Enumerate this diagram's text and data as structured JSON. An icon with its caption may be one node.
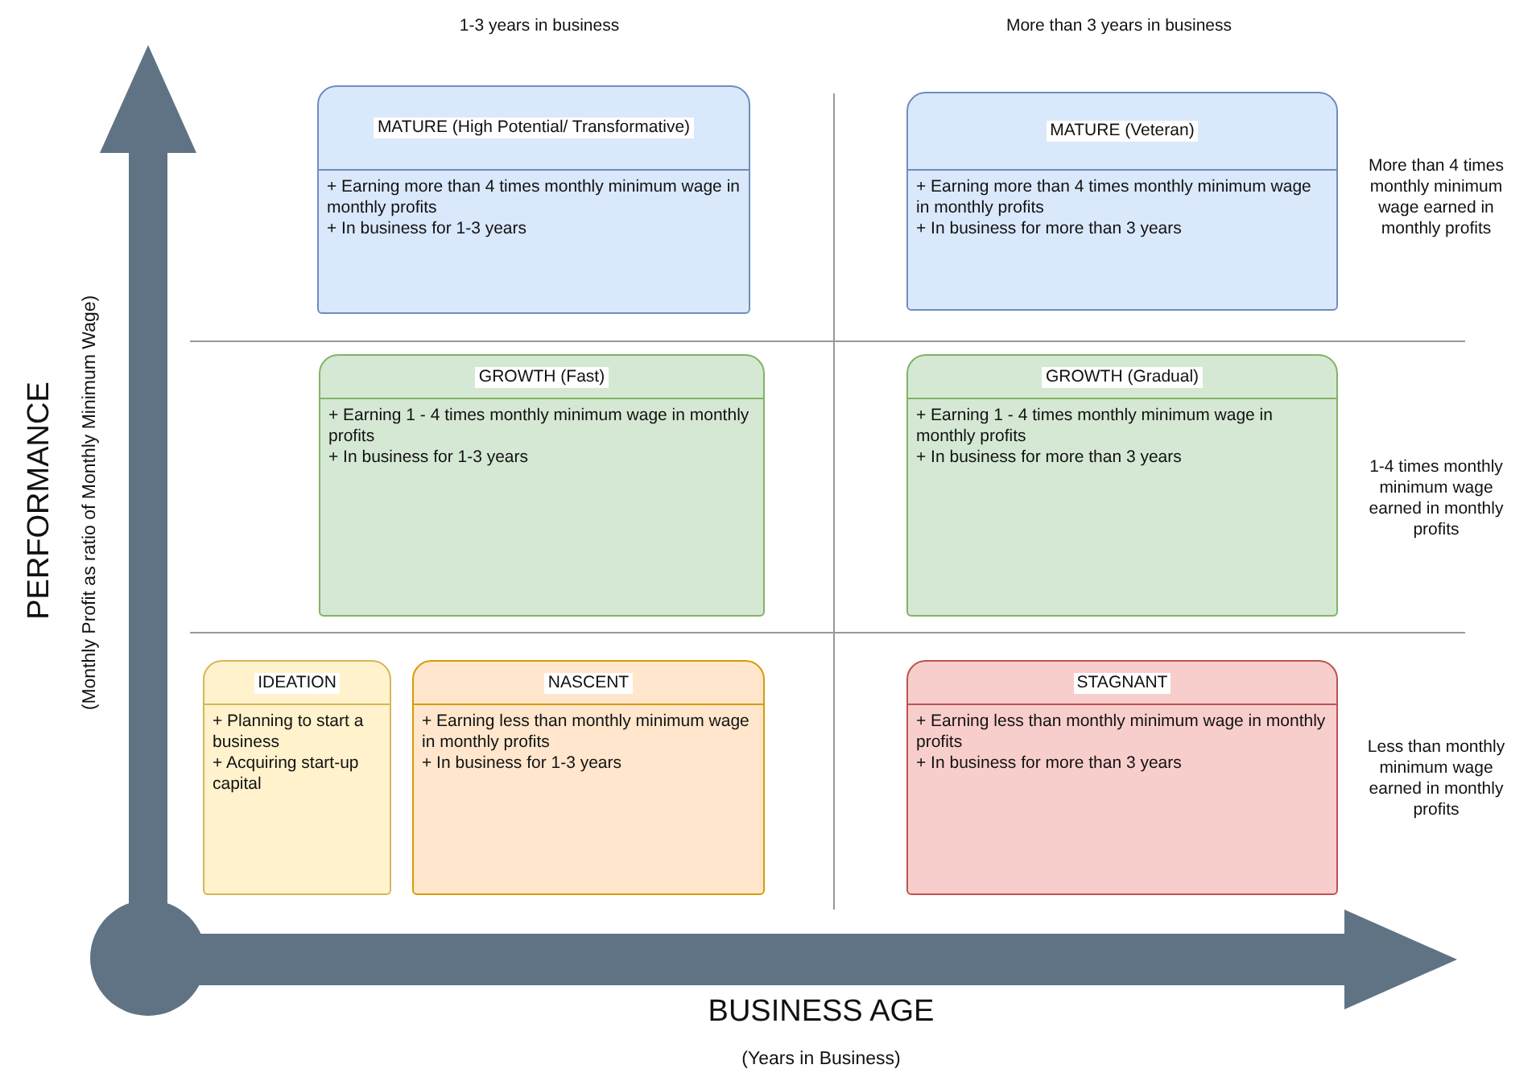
{
  "diagram": {
    "nodes": [
      {
        "text": [
          "MATURE (High Potential/ Transformative)",
          "+ Earning more than 4 times monthly minimum wage in monthly profits",
          "+ In business for 1-3 years"
        ]
      },
      {
        "text": [
          "MATURE (Veteran)",
          "+ Earning more than 4 times monthly minimum wage in monthly profits",
          "+ In business for more than 3 years"
        ]
      },
      {
        "text": [
          "GROWTH (Fast)",
          "+ Earning 1 - 4 times monthly minimum wage in monthly profits",
          "+ In business for 1-3 years"
        ]
      },
      {
        "text": [
          "GROWTH (Gradual)",
          "+ Earning 1 - 4 times monthly minimum wage in monthly profits",
          "+ In business for more than 3 years"
        ]
      },
      {
        "text": [
          "IDEATION",
          "+ Planning to start a business",
          "+ Acquiring start-up capital"
        ]
      },
      {
        "text": [
          "NASCENT",
          "+ Earning less than monthly minimum wage in monthly profits",
          "+ In business for 1-3 years"
        ]
      },
      {
        "text": [
          "STAGNANT",
          "+ Earning less than monthly minimum wage in monthly profits",
          "+ In business for more than 3 years"
        ]
      }
    ],
    "edges": [],
    "labels": [
      "1-3 years in business",
      "More than 3 years in business",
      "More than 4 times monthly minimum wage earned in monthly profits",
      "1-4 times monthly minimum wage earned in monthly profits",
      "Less than monthly minimum wage earned in monthly profits",
      "PERFORMANCE",
      "(Monthly Profit as ratio of Monthly Minimum Wage)",
      "BUSINESS AGE",
      "(Years in Business)"
    ]
  }
}
